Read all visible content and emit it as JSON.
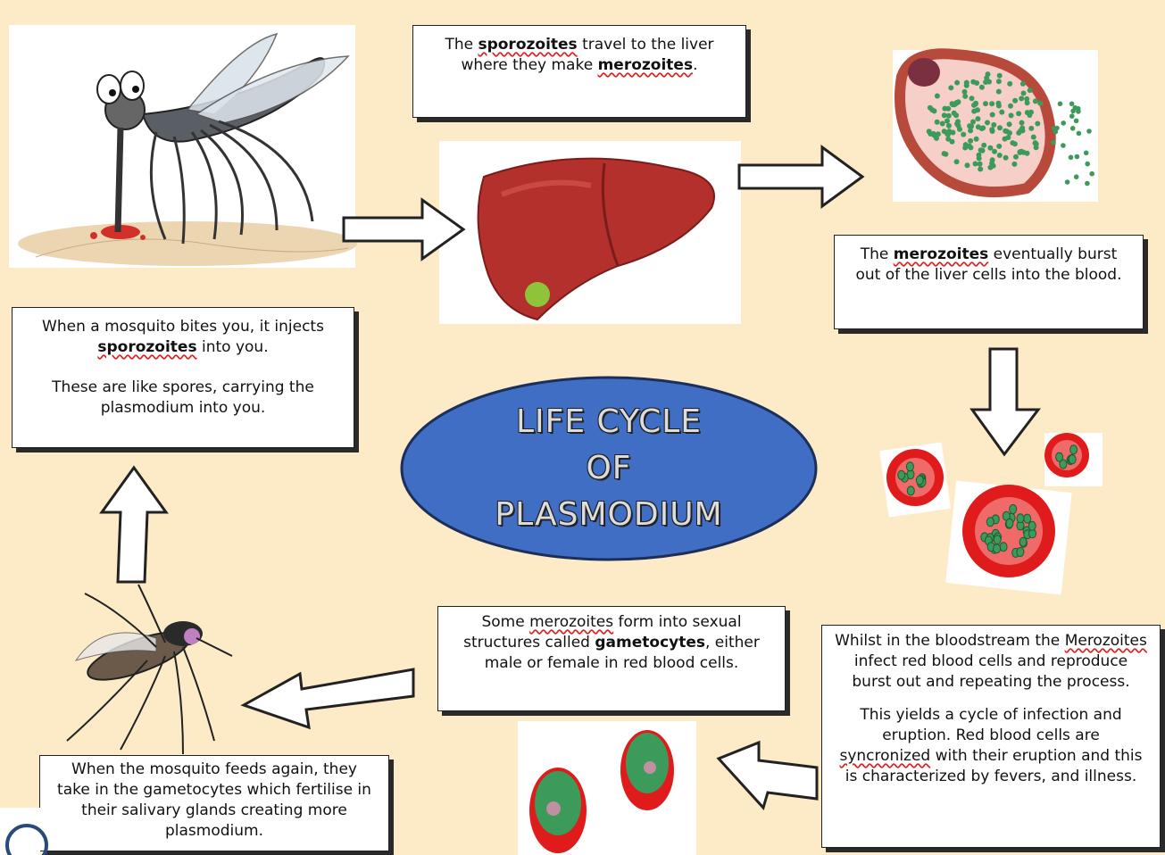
{
  "title": {
    "line1": "LIFE CYCLE",
    "line2": "OF",
    "line3": "PLASMODIUM"
  },
  "steps": {
    "bite": {
      "pre": "When a mosquito bites you, it injects ",
      "term": "sporozoites",
      "post": " into you.",
      "para2": "These are like spores, carrying the plasmodium into you."
    },
    "liver": {
      "pre": "The ",
      "term1": "sporozoites",
      "mid": " travel to the liver where they make ",
      "term2": "merozoites",
      "post": "."
    },
    "burst": {
      "pre": "The ",
      "term": "merozoites",
      "post": " eventually burst out of the liver cells into the blood."
    },
    "gametocytes": {
      "pre": "Some ",
      "term1": "merozoites",
      "mid": " form into sexual structures called ",
      "term2": "gametocytes",
      "post": ", either male or female in red blood cells."
    },
    "bloodstream": {
      "pre": "Whilst in the bloodstream the ",
      "term": "Merozoites",
      "post": " infect red blood cells and reproduce burst out and repeating the process.",
      "para2_pre": "This yields a cycle of infection and eruption. Red blood cells are ",
      "para2_term": "syncronized",
      "para2_post": " with their eruption and this is characterized by fevers, and illness."
    },
    "feeds": {
      "text": "When the mosquito feeds again, they take in the gametocytes which fertilise in their salivary glands creating more plasmodium."
    }
  },
  "colors": {
    "background": "#fdebc8",
    "ellipse": "#3f6ec4",
    "liver": "#b4302c",
    "blood_cell": "#e01b1b",
    "parasite": "#3c9a5a"
  }
}
